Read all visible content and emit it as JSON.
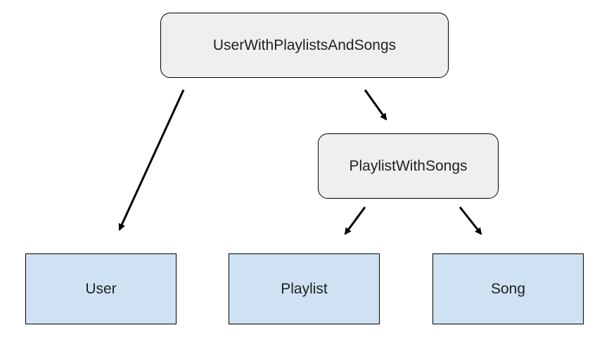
{
  "nodes": {
    "root": {
      "label": "UserWithPlaylistsAndSongs"
    },
    "mid": {
      "label": "PlaylistWithSongs"
    },
    "user": {
      "label": "User"
    },
    "playlist": {
      "label": "Playlist"
    },
    "song": {
      "label": "Song"
    }
  },
  "colors": {
    "rounded_fill": "#efefef",
    "entity_fill": "#cfe2f3",
    "stroke": "#000000",
    "text": "#212121"
  }
}
